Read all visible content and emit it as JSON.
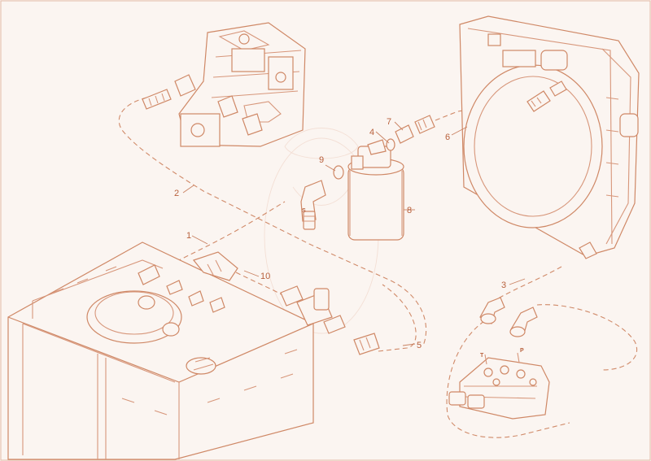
{
  "diagram": {
    "type": "exploded hydraulic parts diagram",
    "line_color": "#cf8866",
    "text_color": "#b8613d",
    "background_color": "#fbf5f1",
    "callouts": [
      "1",
      "2",
      "3",
      "4",
      "5",
      "6",
      "7",
      "8",
      "9",
      "10"
    ],
    "port_labels": {
      "s": "S",
      "t": "T",
      "p": "P"
    },
    "components": [
      "hydraulic-pump",
      "oil-cooler-radiator",
      "return-filter",
      "hydraulic-tank",
      "control-valve"
    ]
  }
}
